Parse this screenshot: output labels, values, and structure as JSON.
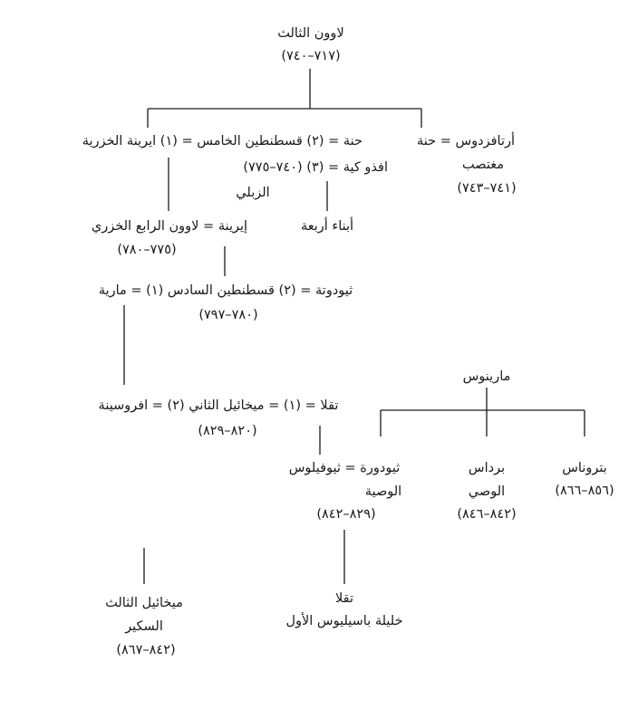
{
  "root": {
    "name": "لاوون الثالث",
    "dates": "(٧١٧–٧٤٠)"
  },
  "gen2": {
    "line1": "حنة = (٢) قسطنطين الخامس = (١) ايرينة الخزرية",
    "line2": "افذو كية = (٣) (٧٤٠–٧٧٥)",
    "zubli": "الزبلي",
    "artavasdos": {
      "line1": "أرتافزدوس = حنة",
      "line2": "مغتصب",
      "dates": "(٧٤١–٧٤٣)"
    },
    "four_sons": "أبناء أربعة"
  },
  "leo4": {
    "name": "إيرينة = لاوون الرابع الخزري",
    "dates": "(٧٧٥–٧٨٠)"
  },
  "const6": {
    "name": "ثيودوتة = (٢) قسطنطين السادس (١) = مارية",
    "dates": "(٧٨٠–٧٩٧)"
  },
  "michael2": {
    "name": "تقلا = (١) = ميخائيل الثاني (٢) = افروسينة",
    "dates": "(٨٢٠–٨٢٩)"
  },
  "marinos": "مارينوس",
  "theophilos": {
    "name": "ثيودورة = ثيوفيلوس",
    "role": "الوصية",
    "dates": "(٨٢٩–٨٤٢)"
  },
  "bardas": {
    "name": "برداس",
    "role": "الوصي",
    "dates": "(٨٤٢–٨٤٦)"
  },
  "petronas": {
    "name": "بتروناس",
    "dates": "(٨٥٦–٨٦٦)"
  },
  "michael3": {
    "name": "ميخائيل الثالث",
    "epithet": "السكير",
    "dates": "(٨٤٢–٨٦٧)"
  },
  "thekla": {
    "name": "تقلا",
    "note": "خليلة باسيليوس الأول"
  }
}
